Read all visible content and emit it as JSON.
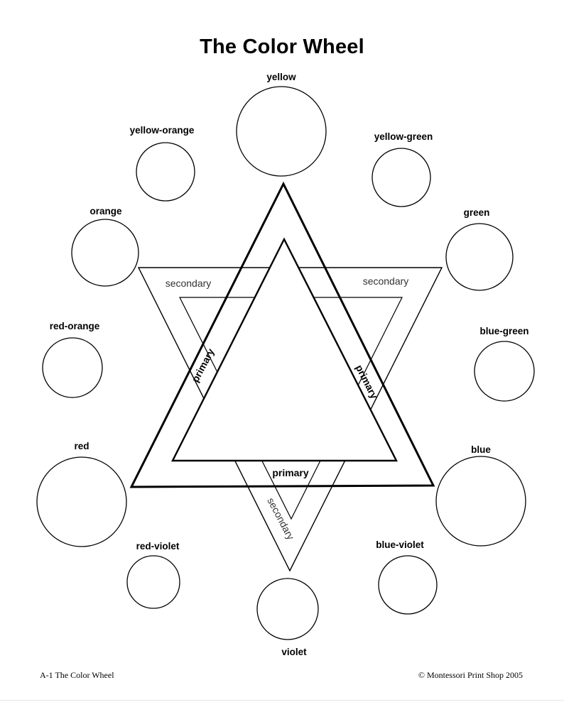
{
  "title": "The Color Wheel",
  "colors": {
    "yellow": "yellow",
    "yellow_orange": "yellow-orange",
    "yellow_green": "yellow-green",
    "orange": "orange",
    "green": "green",
    "red_orange": "red-orange",
    "blue_green": "blue-green",
    "red": "red",
    "blue": "blue",
    "red_violet": "red-violet",
    "blue_violet": "blue-violet",
    "violet": "violet"
  },
  "triangle_labels": {
    "secondary_left": "secondary",
    "secondary_right": "secondary",
    "secondary_bottom": "secondary",
    "primary_left": "primary",
    "primary_right": "primary",
    "primary_bottom": "primary"
  },
  "footer": {
    "left": "A-1 The Color Wheel",
    "right": "© Montessori Print Shop 2005"
  },
  "palette": {
    "line": "#000000",
    "background": "#ffffff"
  }
}
